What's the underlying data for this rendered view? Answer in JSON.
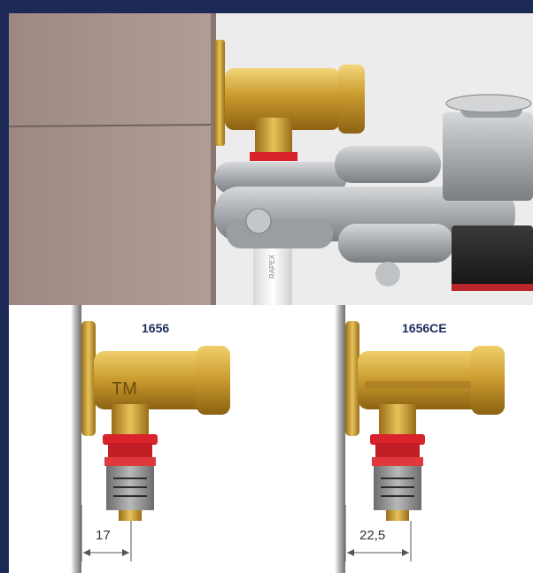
{
  "products": [
    {
      "model": "1656",
      "dimension": "17",
      "body_marking": "TM"
    },
    {
      "model": "1656CE",
      "dimension": "22,5"
    }
  ],
  "colors": {
    "frame": "#1d2a55",
    "brass": "#c99a2e",
    "red_ring": "#d8232a",
    "wall": "#a8918a",
    "steel": "#a0a4a8"
  }
}
